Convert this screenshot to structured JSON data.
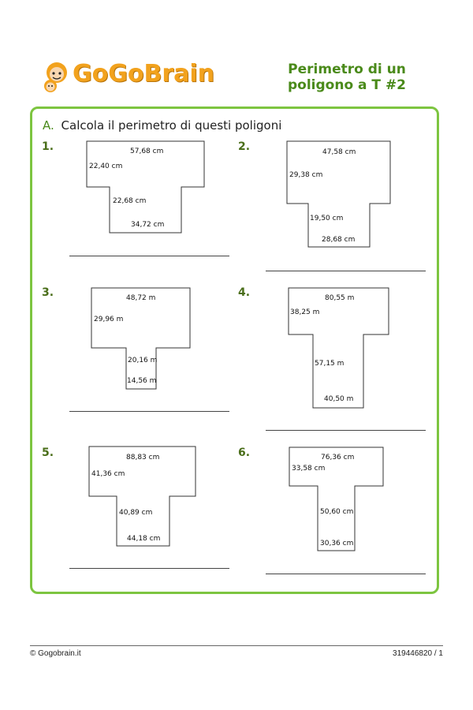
{
  "header": {
    "logo_text": "GoGoBrain",
    "title_line1": "Perimetro di un",
    "title_line2": "poligono a T #2"
  },
  "instruction": {
    "letter": "A.",
    "text": "Calcola il perimetro di questi poligoni"
  },
  "problems": [
    {
      "number": "1.",
      "labels": [
        "57,68 cm",
        "22,40 cm",
        "22,68 cm",
        "34,72 cm"
      ]
    },
    {
      "number": "2.",
      "labels": [
        "47,58 cm",
        "29,38 cm",
        "19,50 cm",
        "28,68 cm"
      ]
    },
    {
      "number": "3.",
      "labels": [
        "48,72 m",
        "29,96 m",
        "20,16 m",
        "14,56 m"
      ]
    },
    {
      "number": "4.",
      "labels": [
        "80,55 m",
        "38,25 m",
        "57,15 m",
        "40,50 m"
      ]
    },
    {
      "number": "5.",
      "labels": [
        "88,83 cm",
        "41,36 cm",
        "40,89 cm",
        "44,18 cm"
      ]
    },
    {
      "number": "6.",
      "labels": [
        "76,36 cm",
        "33,58 cm",
        "50,60 cm",
        "30,36 cm"
      ]
    }
  ],
  "footer": {
    "left": "© Gogobrain.it",
    "right": "319446820 / 1"
  },
  "colors": {
    "frame": "#7dc540",
    "title": "#4a8a1a",
    "logo": "#f2a21d"
  }
}
